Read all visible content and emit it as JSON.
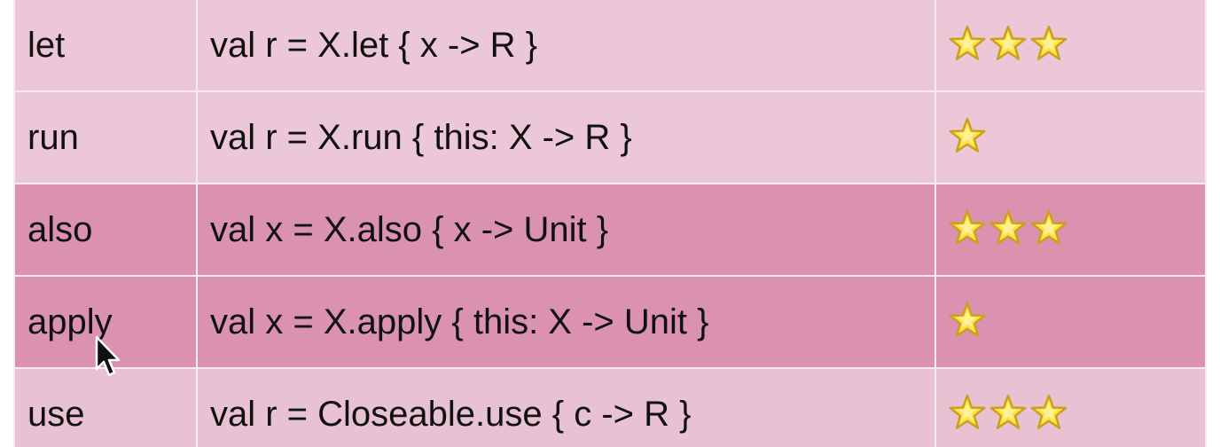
{
  "table": {
    "rows": [
      {
        "name": "let",
        "signature": "val r = X.let { x -> R }",
        "stars": 3
      },
      {
        "name": "run",
        "signature": "val r = X.run { this: X -> R }",
        "stars": 1
      },
      {
        "name": "also",
        "signature": "val x = X.also { x -> Unit }",
        "stars": 3
      },
      {
        "name": "apply",
        "signature": "val x = X.apply { this: X -> Unit }",
        "stars": 1
      },
      {
        "name": "use",
        "signature": "val r = Closeable.use { c -> R }",
        "stars": 3
      }
    ],
    "max_stars": 3
  },
  "colors": {
    "row_light": "#ecc7d8",
    "row_dark": "#db91b0",
    "row_last": "#e8c2d3",
    "star_fill": "#ffe14d",
    "star_edge": "#c9a21a"
  },
  "icons": {
    "rating": "star-icon",
    "pointer": "mouse-cursor-icon"
  }
}
